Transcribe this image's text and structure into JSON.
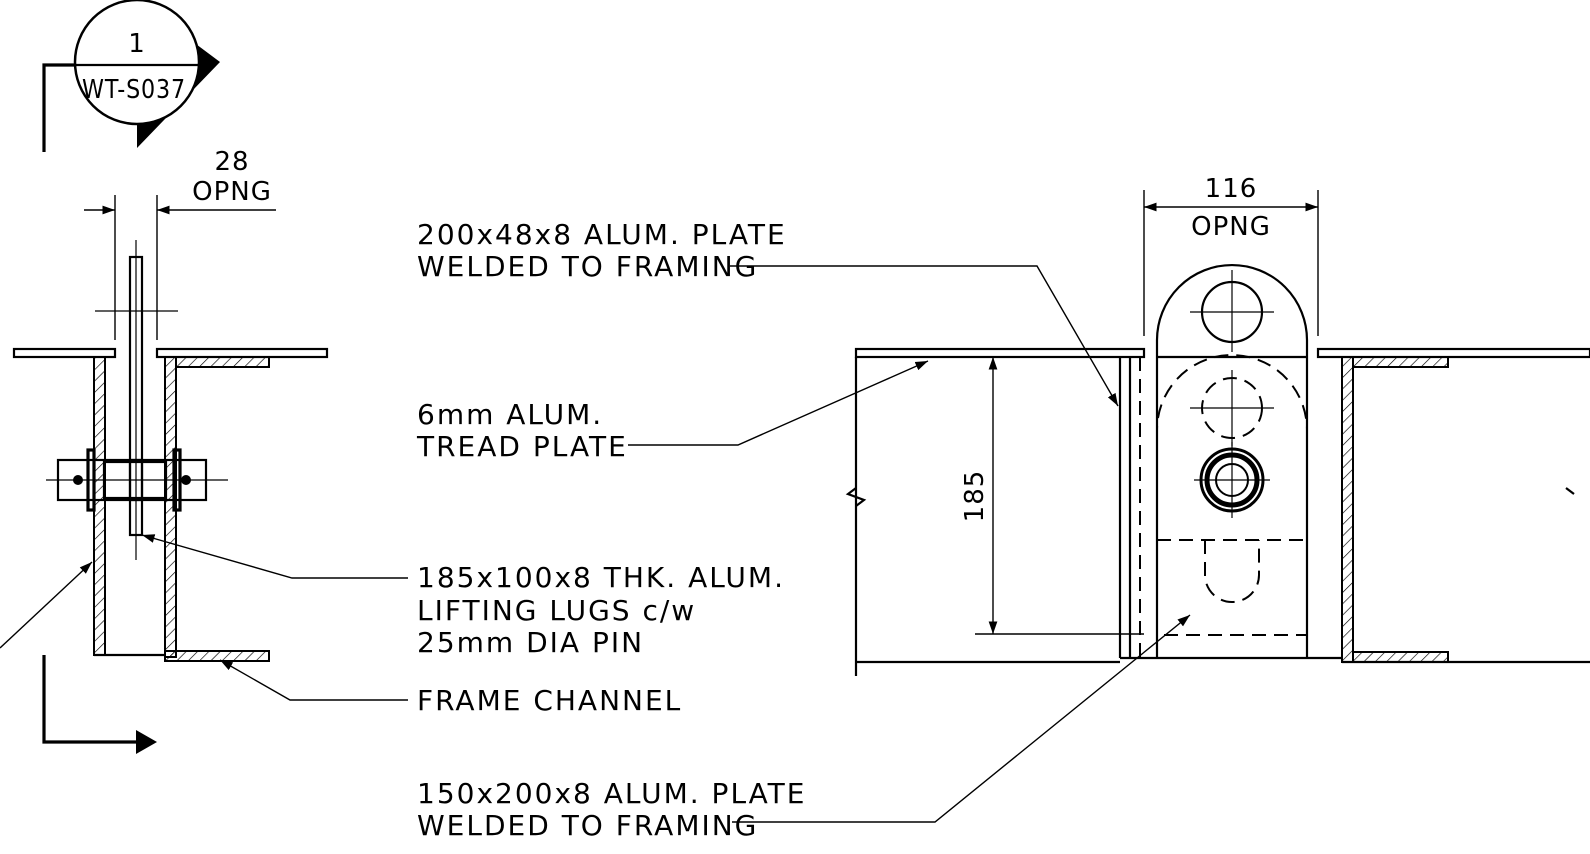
{
  "section_marker": {
    "number": "1",
    "sheet": "WT-S037"
  },
  "dimensions": {
    "left_opening_value": "28",
    "left_opening_label": "OPNG",
    "right_opening_value": "116",
    "right_opening_label": "OPNG",
    "lug_height": "185"
  },
  "callouts": {
    "welded_plate_top": [
      "200x48x8 ALUM. PLATE",
      "WELDED TO FRAMING"
    ],
    "tread_plate": [
      "6mm ALUM.",
      "TREAD PLATE"
    ],
    "lifting_lugs": [
      "185x100x8 THK. ALUM.",
      "LIFTING LUGS c/w",
      "25mm DIA PIN"
    ],
    "frame_channel": [
      "FRAME CHANNEL"
    ],
    "welded_plate_bottom": [
      "150x200x8 ALUM. PLATE",
      "WELDED TO FRAMING"
    ]
  }
}
